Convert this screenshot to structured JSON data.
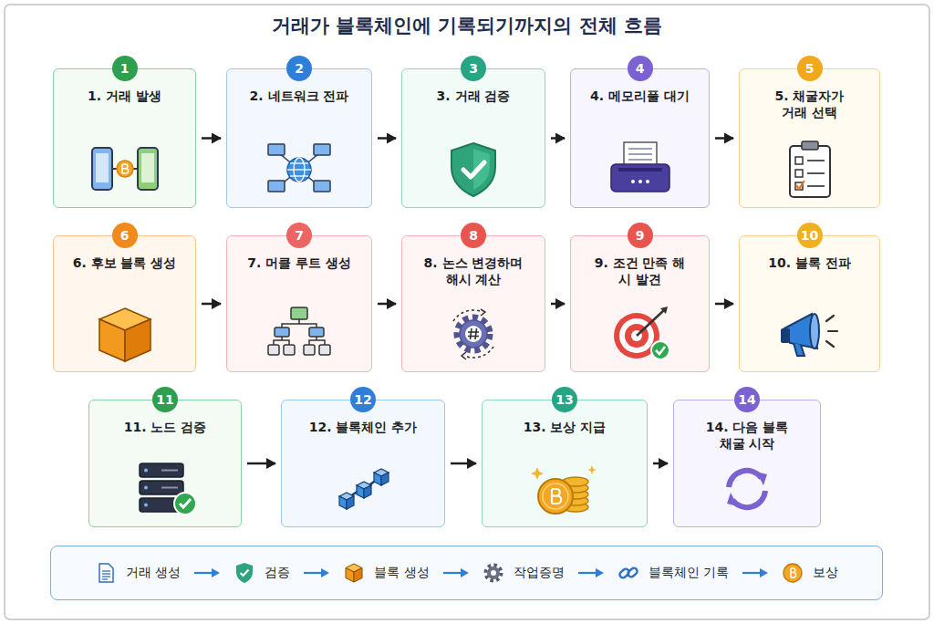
{
  "diagram": {
    "title": "거래가 블록체인에 기록되기까지의 전체 흐름",
    "nodes": [
      {
        "text": [
          "1",
          "1. 거래 발생"
        ]
      },
      {
        "text": [
          "2",
          "2. 네트워크 전파"
        ]
      },
      {
        "text": [
          "3",
          "3. 거래 검증"
        ]
      },
      {
        "text": [
          "4",
          "4. 메모리풀 대기"
        ]
      },
      {
        "text": [
          "5",
          "5. 채굴자가 거래 선택"
        ]
      },
      {
        "text": [
          "6",
          "6. 후보 블록 생성"
        ]
      },
      {
        "text": [
          "7",
          "7. 머클 루트 생성"
        ]
      },
      {
        "text": [
          "8",
          "8. 논스 변경하며 해시 계산"
        ]
      },
      {
        "text": [
          "9",
          "9. 조건 만족 해시 발견"
        ]
      },
      {
        "text": [
          "10",
          "10. 블록 전파"
        ]
      },
      {
        "text": [
          "11",
          "11. 노드 검증"
        ]
      },
      {
        "text": [
          "12",
          "12. 블록체인 추가"
        ]
      },
      {
        "text": [
          "13",
          "13. 보상 지급"
        ]
      },
      {
        "text": [
          "14",
          "14. 다음 블록 채굴 시작"
        ]
      },
      {
        "text": [
          "거래 생성",
          "검증",
          "블록 생성",
          "작업증명",
          "블록체인 기록",
          "보상"
        ]
      }
    ],
    "edges": [
      {
        "from": 0,
        "to": 1,
        "arrow": "to"
      },
      {
        "from": 1,
        "to": 2,
        "arrow": "to"
      },
      {
        "from": 2,
        "to": 3,
        "arrow": "to"
      },
      {
        "from": 3,
        "to": 4,
        "arrow": "to"
      },
      {
        "from": 5,
        "to": 6,
        "arrow": "to"
      },
      {
        "from": 6,
        "to": 7,
        "arrow": "to"
      },
      {
        "from": 7,
        "to": 8,
        "arrow": "to"
      },
      {
        "from": 8,
        "to": 9,
        "arrow": "to"
      },
      {
        "from": 10,
        "to": 11,
        "arrow": "to"
      },
      {
        "from": 11,
        "to": 12,
        "arrow": "to"
      },
      {
        "from": 12,
        "to": 13,
        "arrow": "to"
      }
    ]
  }
}
